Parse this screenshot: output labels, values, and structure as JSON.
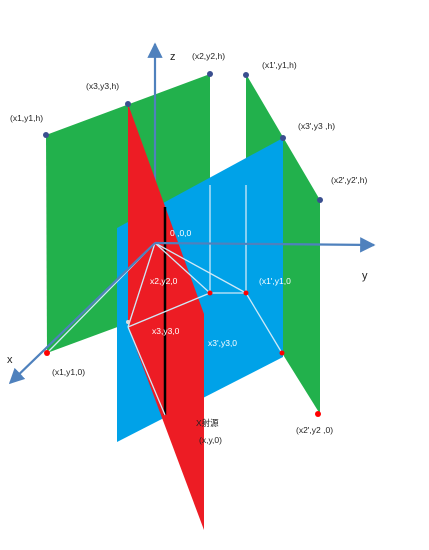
{
  "axes": {
    "x": "x",
    "y": "y",
    "z": "z"
  },
  "points": {
    "p_x2y2h": "(x2,y2,h)",
    "p_x1py1h": "(x1',y1,h)",
    "p_x3y3h": "(x3,y3,h)",
    "p_x1y1h": "(x1,y1,h)",
    "p_x3py3h": "(x3',y3 ,h)",
    "p_x2py2h": "(x2',y2',h)",
    "p_origin": "0 ,0,0",
    "p_x2y20": "x2,y2,0",
    "p_x1py10": "(x1',y1,0",
    "p_x3y30": "x3,y3,0",
    "p_x3py30": "x3',y3,0",
    "p_x1y10": "(x1,y1,0)",
    "p_x2py20": "(x2',y2 ,0)",
    "p_source": "(x,y,0)",
    "source_title": "X射源"
  },
  "colors": {
    "green_plane": "#22b14c",
    "blue_plane": "#00a2e8",
    "red_plane": "#ed1c24",
    "axis": "#4f81bd",
    "vertex": "#3a4f8f",
    "ground_dot": "#ff0000"
  }
}
